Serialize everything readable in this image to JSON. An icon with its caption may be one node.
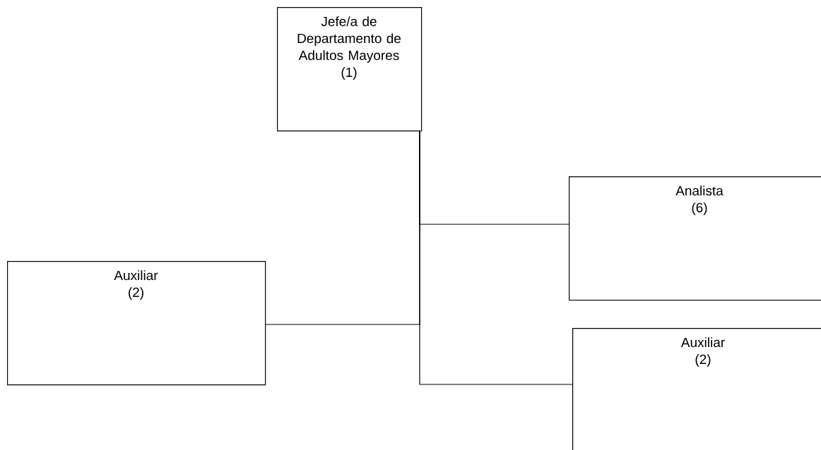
{
  "diagram": {
    "nodes": [
      {
        "text": [
          "Jefe/a de Departamento de Adultos Mayores",
          "(1)"
        ]
      },
      {
        "text": [
          "Analista",
          "(6)"
        ]
      },
      {
        "text": [
          "Auxiliar",
          "(2)"
        ]
      },
      {
        "text": [
          "Auxiliar",
          "(2)"
        ]
      }
    ],
    "edges": [
      {
        "from": 0,
        "to": 1,
        "arrow": "none"
      },
      {
        "from": 0,
        "to": 2,
        "arrow": "none"
      },
      {
        "from": 0,
        "to": 3,
        "arrow": "none"
      }
    ]
  }
}
